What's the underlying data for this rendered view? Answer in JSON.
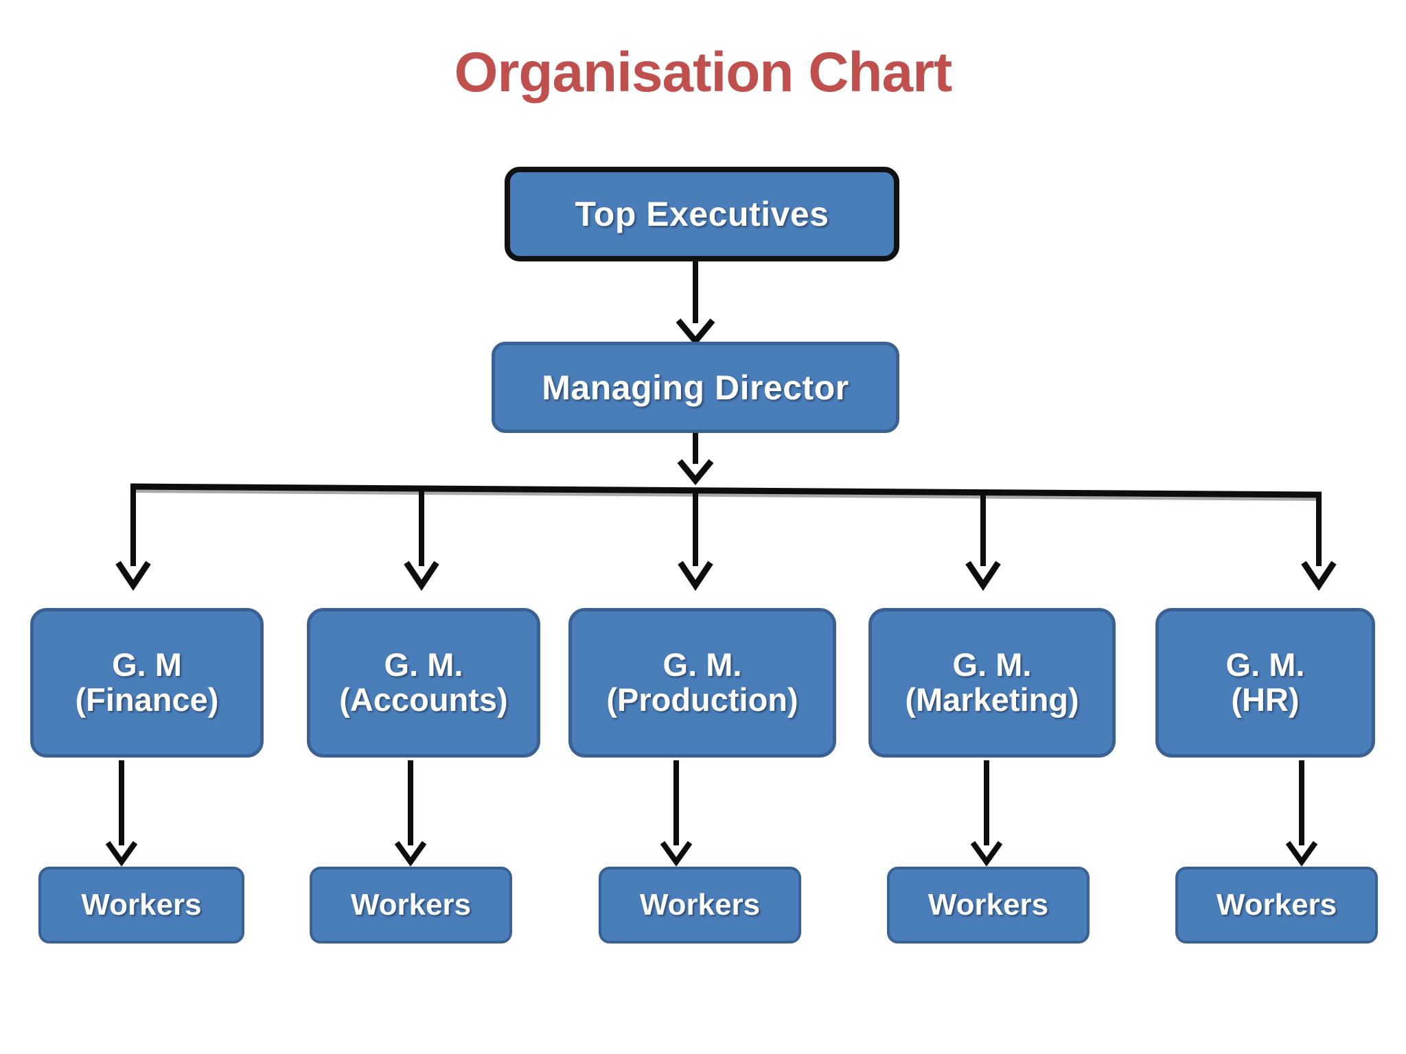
{
  "title": "Organisation Chart",
  "colors": {
    "title_red": "#C0504D",
    "node_fill_blue": "#4A7EBB",
    "node_border_blue": "#3A6193",
    "root_border_black": "#111111",
    "connector_black": "#0D0D0D",
    "connector_shadow_gray": "#9A9A9A",
    "node_text_white": "#FFFFFF",
    "background": "#FFFFFF"
  },
  "chart_data": {
    "type": "diagram",
    "diagram_type": "organisation-chart",
    "title": "Organisation Chart",
    "levels": 4,
    "nodes": [
      {
        "id": "top-executives",
        "label": "Top  Executives",
        "level": 1,
        "parent": null
      },
      {
        "id": "managing-director",
        "label": "Managing  Director",
        "level": 2,
        "parent": "top-executives"
      },
      {
        "id": "gm-finance",
        "label": "G. M\n(Finance)",
        "level": 3,
        "parent": "managing-director"
      },
      {
        "id": "gm-accounts",
        "label": "G. M.\n(Accounts)",
        "level": 3,
        "parent": "managing-director"
      },
      {
        "id": "gm-production",
        "label": "G. M.\n(Production)",
        "level": 3,
        "parent": "managing-director"
      },
      {
        "id": "gm-marketing",
        "label": "G. M.\n(Marketing)",
        "level": 3,
        "parent": "managing-director"
      },
      {
        "id": "gm-hr",
        "label": "G. M.\n(HR)",
        "level": 3,
        "parent": "managing-director"
      },
      {
        "id": "workers-finance",
        "label": "Workers",
        "level": 4,
        "parent": "gm-finance"
      },
      {
        "id": "workers-accounts",
        "label": "Workers",
        "level": 4,
        "parent": "gm-accounts"
      },
      {
        "id": "workers-production",
        "label": "Workers",
        "level": 4,
        "parent": "gm-production"
      },
      {
        "id": "workers-marketing",
        "label": "Workers",
        "level": 4,
        "parent": "gm-marketing"
      },
      {
        "id": "workers-hr",
        "label": "Workers",
        "level": 4,
        "parent": "gm-hr"
      }
    ],
    "edges": [
      {
        "from": "top-executives",
        "to": "managing-director",
        "arrow": "open-v"
      },
      {
        "from": "managing-director",
        "to": "distribution-bar",
        "arrow": "open-v"
      },
      {
        "from": "distribution-bar",
        "to": "gm-finance",
        "arrow": "open-v"
      },
      {
        "from": "distribution-bar",
        "to": "gm-accounts",
        "arrow": "open-v"
      },
      {
        "from": "distribution-bar",
        "to": "gm-production",
        "arrow": "open-v"
      },
      {
        "from": "distribution-bar",
        "to": "gm-marketing",
        "arrow": "open-v"
      },
      {
        "from": "distribution-bar",
        "to": "gm-hr",
        "arrow": "open-v"
      },
      {
        "from": "gm-finance",
        "to": "workers-finance",
        "arrow": "open-v"
      },
      {
        "from": "gm-accounts",
        "to": "workers-accounts",
        "arrow": "open-v"
      },
      {
        "from": "gm-production",
        "to": "workers-production",
        "arrow": "open-v"
      },
      {
        "from": "gm-marketing",
        "to": "workers-marketing",
        "arrow": "open-v"
      },
      {
        "from": "gm-hr",
        "to": "workers-hr",
        "arrow": "open-v"
      }
    ]
  },
  "root": {
    "label": "Top  Executives"
  },
  "director": {
    "label": "Managing  Director"
  },
  "general_managers": [
    {
      "line1": "G. M",
      "line2": "(Finance)",
      "label": "G. M\n(Finance)"
    },
    {
      "line1": "G. M.",
      "line2": "(Accounts)",
      "label": "G. M.\n(Accounts)"
    },
    {
      "line1": "G. M.",
      "line2": "(Production)",
      "label": "G. M.\n(Production)"
    },
    {
      "line1": "G. M.",
      "line2": "(Marketing)",
      "label": "G. M.\n(Marketing)"
    },
    {
      "line1": "G. M.",
      "line2": "(HR)",
      "label": "G. M.\n(HR)"
    }
  ],
  "workers": [
    {
      "label": "Workers"
    },
    {
      "label": "Workers"
    },
    {
      "label": "Workers"
    },
    {
      "label": "Workers"
    },
    {
      "label": "Workers"
    }
  ]
}
